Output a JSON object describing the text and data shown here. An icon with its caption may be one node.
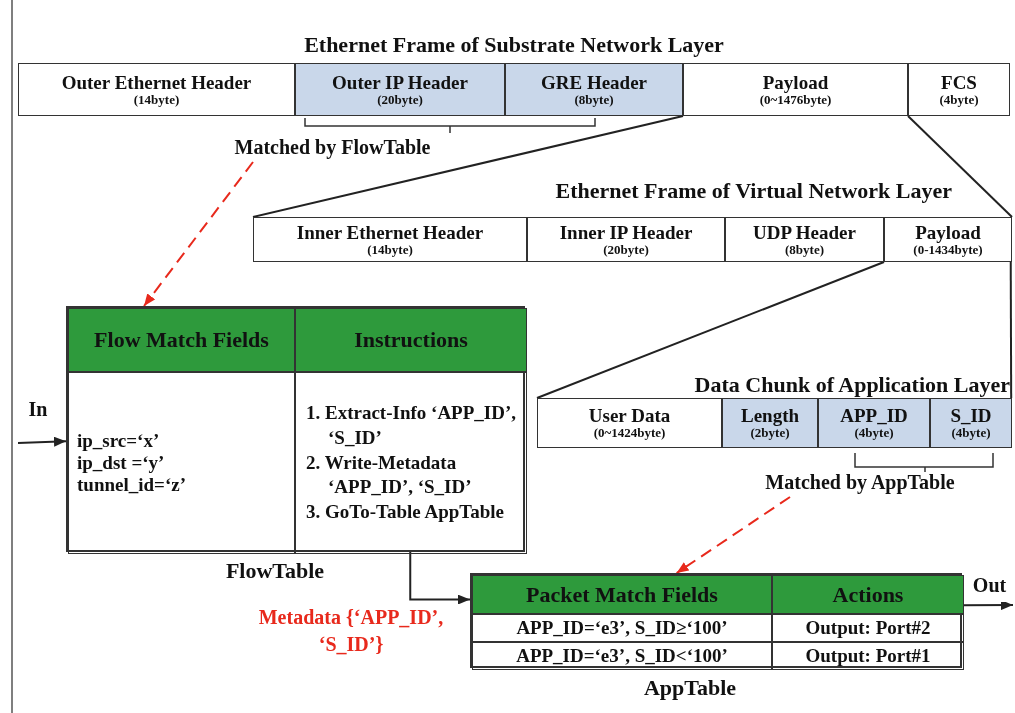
{
  "diagram": {
    "nodes": [
      {
        "text": [
          "Ethernet Frame of Substrate Network Layer"
        ]
      },
      {
        "text": [
          "Outer Ethernet Header",
          "(14byte)"
        ],
        "in": 0
      },
      {
        "text": [
          "Outer IP Header",
          "(20byte)"
        ],
        "in": 0
      },
      {
        "text": [
          "GRE Header",
          "(8byte)"
        ],
        "in": 0
      },
      {
        "text": [
          "Payload",
          "(0~1476byte)"
        ],
        "in": 0
      },
      {
        "text": [
          "FCS",
          "(4byte)"
        ],
        "in": 0
      },
      {
        "text": [
          "Ethernet Frame of Virtual Network Layer"
        ]
      },
      {
        "text": [
          "Inner Ethernet Header",
          "(14byte)"
        ],
        "in": 6
      },
      {
        "text": [
          "Inner IP Header",
          "(20byte)"
        ],
        "in": 6
      },
      {
        "text": [
          "UDP Header",
          "(8byte)"
        ],
        "in": 6
      },
      {
        "text": [
          "Payload",
          "(0-1434byte)"
        ],
        "in": 6
      },
      {
        "text": [
          "Data Chunk of Application Layer"
        ]
      },
      {
        "text": [
          "User Data",
          "(0~1424byte)"
        ],
        "in": 11
      },
      {
        "text": [
          "Length",
          "(2byte)"
        ],
        "in": 11
      },
      {
        "text": [
          "APP_ID",
          "(4byte)"
        ],
        "in": 11
      },
      {
        "text": [
          "S_ID",
          "(4byte)"
        ],
        "in": 11
      },
      {
        "text": [
          "Matched by FlowTable"
        ]
      },
      {
        "text": [
          "Matched by AppTable"
        ]
      },
      {
        "text": [],
        "shape": "box",
        "beside": [
          "FlowTable"
        ]
      },
      {
        "text": [
          "Flow Match Fields"
        ],
        "in": 18
      },
      {
        "text": [
          "Instructions"
        ],
        "in": 18
      },
      {
        "text": [
          "ip_src=‘x’",
          "ip_dst =‘y’",
          "tunnel_id=‘z’"
        ],
        "in": 18
      },
      {
        "text": [
          "1. Extract-Info ‘APP_ID’, ‘S_ID’",
          "2. Write-Metadata ‘APP_ID’, ‘S_ID’",
          "3. GoTo-Table AppTable"
        ],
        "in": 18
      },
      {
        "text": [],
        "shape": "box",
        "beside": [
          "AppTable"
        ]
      },
      {
        "text": [
          "Packet Match Fields"
        ],
        "in": 23
      },
      {
        "text": [
          "Actions"
        ],
        "in": 23
      },
      {
        "text": [
          "APP_ID=‘e3’, S_ID≥‘100’"
        ],
        "in": 23
      },
      {
        "text": [
          "Output: Port#2"
        ],
        "in": 23
      },
      {
        "text": [
          "APP_ID=‘e3’, S_ID<‘100’"
        ],
        "in": 23
      },
      {
        "text": [
          "Output: Port#1"
        ],
        "in": 23
      }
    ],
    "edges": [
      {
        "from": 4,
        "to": 7,
        "arrow": "none"
      },
      {
        "from": 4,
        "to": 10,
        "arrow": "none"
      },
      {
        "from": 10,
        "to": 12,
        "arrow": "none"
      },
      {
        "from": 10,
        "to": 15,
        "arrow": "none"
      },
      {
        "from": 16,
        "to": 18,
        "arrow": "to",
        "style": "dashed",
        "color": "#e8291c"
      },
      {
        "from": 17,
        "to": 23,
        "arrow": "to",
        "style": "dashed",
        "color": "#e8291c"
      },
      {
        "from": null,
        "to": 18,
        "arrow": "to",
        "label": "In"
      },
      {
        "from": 18,
        "to": 23,
        "arrow": "to",
        "label": "Metadata {‘APP_ID’, ‘S_ID’}"
      },
      {
        "from": 23,
        "to": null,
        "arrow": "to",
        "label": "Out"
      }
    ]
  }
}
